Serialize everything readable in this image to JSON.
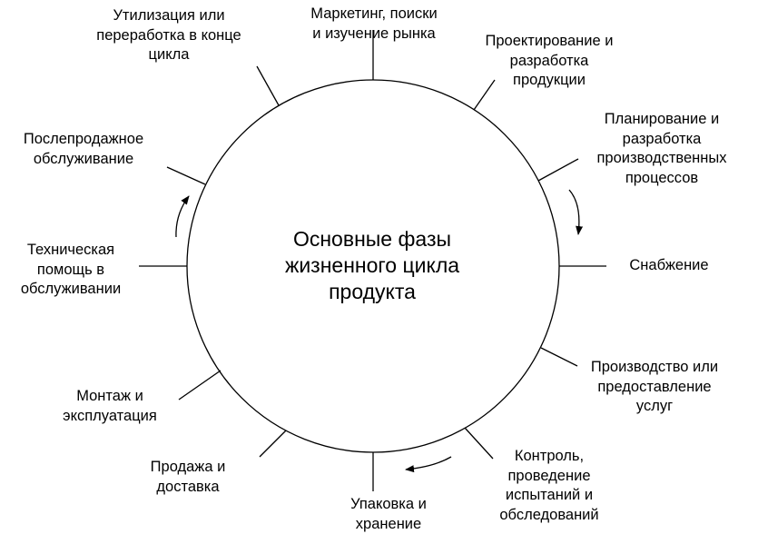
{
  "diagram": {
    "center_title": [
      "Основные фазы",
      "жизненного цикла",
      "продукта"
    ],
    "phases": [
      {
        "id": "marketing",
        "lines": [
          "Маркетинг, поиски",
          "и изучение рынка"
        ]
      },
      {
        "id": "design",
        "lines": [
          "Проектирование и",
          "разработка",
          "продукции"
        ]
      },
      {
        "id": "process-planning",
        "lines": [
          "Планирование и",
          "разработка",
          "производственных",
          "процессов"
        ]
      },
      {
        "id": "supply",
        "lines": [
          "Снабжение"
        ]
      },
      {
        "id": "production",
        "lines": [
          "Производство или",
          "предоставление",
          "услуг"
        ]
      },
      {
        "id": "control",
        "lines": [
          "Контроль,",
          "проведение",
          "испытаний и",
          "обследований"
        ]
      },
      {
        "id": "packaging",
        "lines": [
          "Упаковка и",
          "хранение"
        ]
      },
      {
        "id": "sales",
        "lines": [
          "Продажа и",
          "доставка"
        ]
      },
      {
        "id": "installation",
        "lines": [
          "Монтаж и",
          "эксплуатация"
        ]
      },
      {
        "id": "tech-support",
        "lines": [
          "Техническая",
          "помощь в",
          "обслуживании"
        ]
      },
      {
        "id": "after-sales",
        "lines": [
          "Послепродажное",
          "обслуживание"
        ]
      },
      {
        "id": "disposal",
        "lines": [
          "Утилизация или",
          "переработка в конце",
          "цикла"
        ]
      }
    ],
    "colors": {
      "stroke": "#000000",
      "background": "#ffffff",
      "text": "#000000"
    }
  }
}
